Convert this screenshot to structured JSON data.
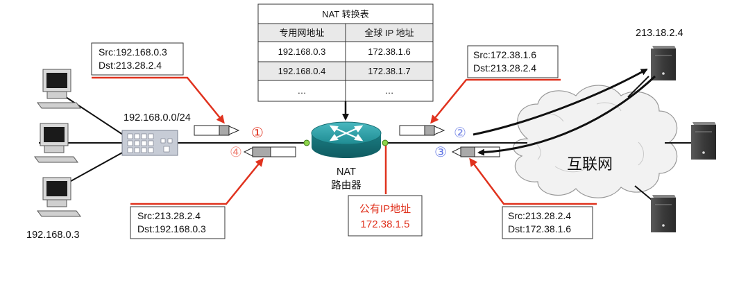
{
  "nat_table": {
    "title": "NAT 转换表",
    "headers": [
      "专用网地址",
      "全球 IP 地址"
    ],
    "rows": [
      [
        "192.168.0.3",
        "172.38.1.6"
      ],
      [
        "192.168.0.4",
        "172.38.1.7"
      ],
      [
        "…",
        "…"
      ]
    ]
  },
  "packets": {
    "p1": {
      "src": "Src:192.168.0.3",
      "dst": "Dst:213.28.2.4",
      "step": "①"
    },
    "p2": {
      "src": "Src:172.38.1.6",
      "dst": "Dst:213.28.2.4",
      "step": "②"
    },
    "p3": {
      "src": "Src:213.28.2.4",
      "dst": "Dst:172.38.1.6",
      "step": "③"
    },
    "p4": {
      "src": "Src:213.28.2.4",
      "dst": "Dst:192.168.0.3",
      "step": "④"
    }
  },
  "labels": {
    "subnet": "192.168.0.0/24",
    "host": "192.168.0.3",
    "server": "213.18.2.4",
    "router_line1": "NAT",
    "router_line2": "路由器",
    "public_ip_title": "公有IP地址",
    "public_ip_value": "172.38.1.5",
    "internet": "互联网"
  },
  "colors": {
    "accent_red": "#e0321e",
    "router_teal": "#1f8c93",
    "step_blue": "#6a7ee6",
    "step_red": "#e0321e",
    "port_green": "#8dd34a"
  }
}
